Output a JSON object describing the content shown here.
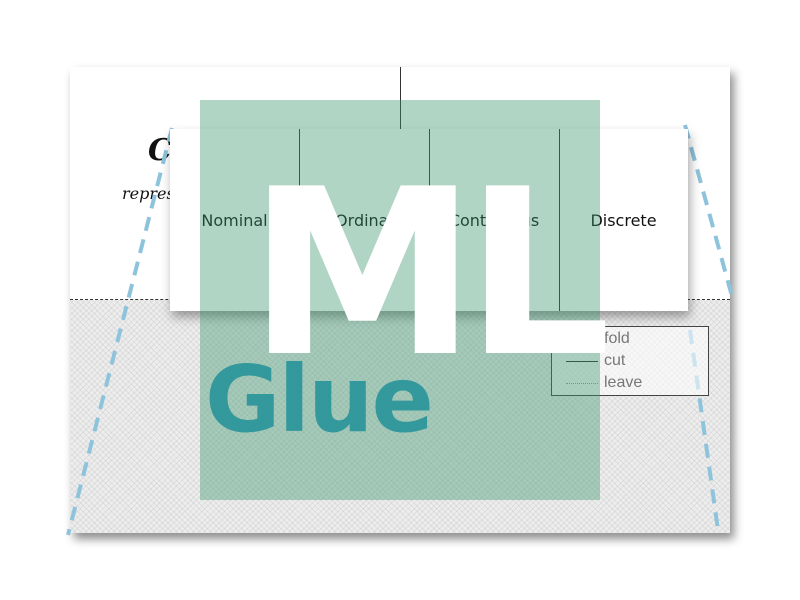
{
  "sheet": {
    "partial_title": "C",
    "partial_subtitle": "repres"
  },
  "flap": {
    "cells": [
      "Nominal",
      "Ordinal",
      "Continuous",
      "Discrete"
    ]
  },
  "legend": {
    "items": [
      {
        "label": "fold",
        "style": "dashed"
      },
      {
        "label": "cut",
        "style": "solid"
      },
      {
        "label": "leave",
        "style": "dotted"
      }
    ]
  },
  "watermark": {
    "logo_text_top": "ML",
    "logo_text_bottom": "Glue",
    "box_color": "#3c966e"
  },
  "colors": {
    "guide_line": "#8ec3dc",
    "line": "#333333"
  }
}
